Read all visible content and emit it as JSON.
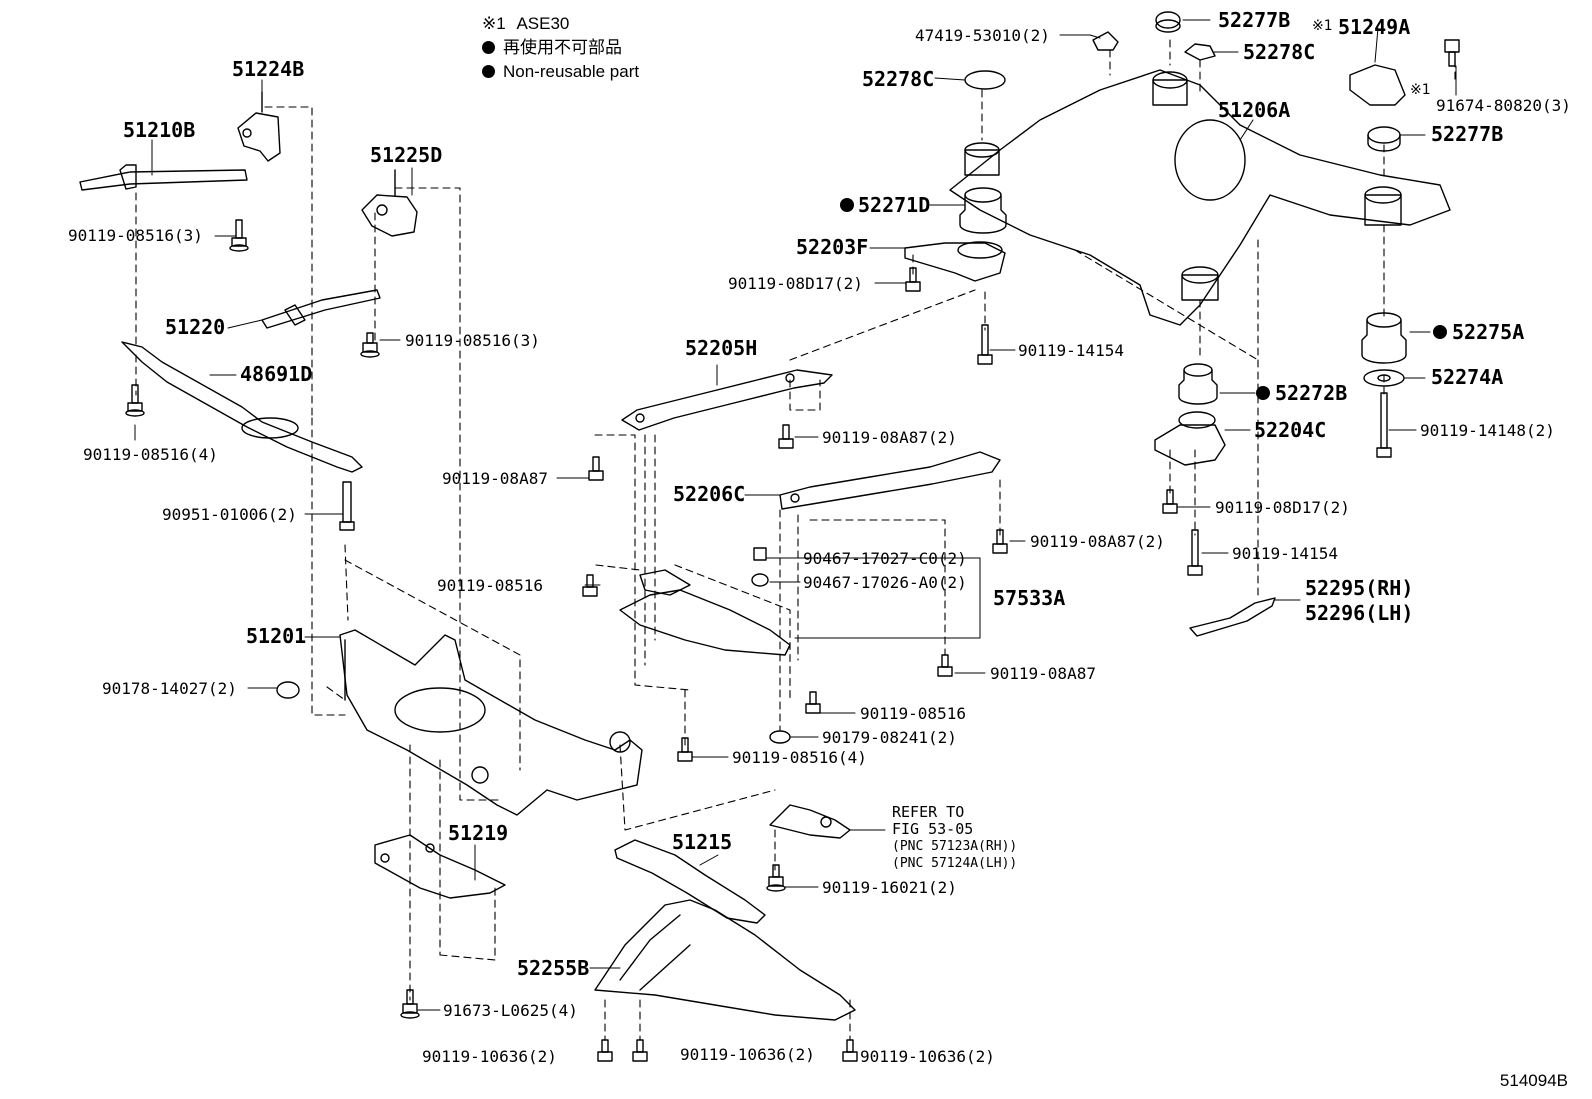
{
  "legend": {
    "note_marker": "※1",
    "note_model": "ASE30",
    "non_reusable_jp": "再使用不可部品",
    "non_reusable_en": "Non-reusable part"
  },
  "diagram_id": "514094B",
  "refer_note": {
    "line1": "REFER TO",
    "line2": "FIG 53-05",
    "line3": "(PNC 57123A(RH))",
    "line4": "(PNC 57124A(LH))"
  },
  "labels": [
    {
      "id": "51224B",
      "text": "51224B",
      "big": true
    },
    {
      "id": "51210B",
      "text": "51210B",
      "big": true
    },
    {
      "id": "90119-08516-3a",
      "text": "90119-08516(3)",
      "big": false
    },
    {
      "id": "51225D",
      "text": "51225D",
      "big": true
    },
    {
      "id": "51220",
      "text": "51220",
      "big": true
    },
    {
      "id": "90119-08516-3b",
      "text": "90119-08516(3)",
      "big": false
    },
    {
      "id": "48691D",
      "text": "48691D",
      "big": true
    },
    {
      "id": "90119-08516-4a",
      "text": "90119-08516(4)",
      "big": false
    },
    {
      "id": "90951-01006",
      "text": "90951-01006(2)",
      "big": false
    },
    {
      "id": "51201",
      "text": "51201",
      "big": true
    },
    {
      "id": "90178-14027",
      "text": "90178-14027(2)",
      "big": false
    },
    {
      "id": "51219",
      "text": "51219",
      "big": true
    },
    {
      "id": "91673-L0625",
      "text": "91673-L0625(4)",
      "big": false
    },
    {
      "id": "90119-10636-a",
      "text": "90119-10636(2)",
      "big": false
    },
    {
      "id": "90119-10636-b",
      "text": "90119-10636(2)",
      "big": false
    },
    {
      "id": "90119-10636-c",
      "text": "90119-10636(2)",
      "big": false
    },
    {
      "id": "52255B",
      "text": "52255B",
      "big": true
    },
    {
      "id": "51215",
      "text": "51215",
      "big": true
    },
    {
      "id": "90119-16021",
      "text": "90119-16021(2)",
      "big": false
    },
    {
      "id": "90119-08516-4b",
      "text": "90119-08516(4)",
      "big": false
    },
    {
      "id": "90179-08241",
      "text": "90179-08241(2)",
      "big": false
    },
    {
      "id": "90119-08516-c",
      "text": "90119-08516",
      "big": false
    },
    {
      "id": "90119-08A87-a",
      "text": "90119-08A87",
      "big": false
    },
    {
      "id": "57533A",
      "text": "57533A",
      "big": true
    },
    {
      "id": "90467-17026",
      "text": "90467-17026-A0(2)",
      "big": false
    },
    {
      "id": "90467-17027",
      "text": "90467-17027-C0(2)",
      "big": false
    },
    {
      "id": "90119-08516-d",
      "text": "90119-08516",
      "big": false
    },
    {
      "id": "90119-08A87-b",
      "text": "90119-08A87",
      "big": false
    },
    {
      "id": "52206C",
      "text": "52206C",
      "big": true
    },
    {
      "id": "90119-08A87-2a",
      "text": "90119-08A87(2)",
      "big": false
    },
    {
      "id": "90119-08A87-2b",
      "text": "90119-08A87(2)",
      "big": false
    },
    {
      "id": "52205H",
      "text": "52205H",
      "big": true
    },
    {
      "id": "90119-08D17-a",
      "text": "90119-08D17(2)",
      "big": false
    },
    {
      "id": "52203F",
      "text": "52203F",
      "big": true
    },
    {
      "id": "52271D",
      "text": "52271D",
      "big": true
    },
    {
      "id": "52278C-a",
      "text": "52278C",
      "big": true
    },
    {
      "id": "47419-53010",
      "text": "47419-53010(2)",
      "big": false
    },
    {
      "id": "52277B-a",
      "text": "52277B",
      "big": true
    },
    {
      "id": "52278C-b",
      "text": "52278C",
      "big": true
    },
    {
      "id": "51249A",
      "text": "51249A",
      "big": true
    },
    {
      "id": "91674-80820",
      "text": "91674-80820(3)",
      "big": false
    },
    {
      "id": "51206A",
      "text": "51206A",
      "big": true
    },
    {
      "id": "52277B-b",
      "text": "52277B",
      "big": true
    },
    {
      "id": "90119-14154-a",
      "text": "90119-14154",
      "big": false
    },
    {
      "id": "52275A",
      "text": "52275A",
      "big": true
    },
    {
      "id": "52274A",
      "text": "52274A",
      "big": true
    },
    {
      "id": "52272B",
      "text": "52272B",
      "big": true
    },
    {
      "id": "52204C",
      "text": "52204C",
      "big": true
    },
    {
      "id": "90119-14148",
      "text": "90119-14148(2)",
      "big": false
    },
    {
      "id": "90119-08D17-b",
      "text": "90119-08D17(2)",
      "big": false
    },
    {
      "id": "90119-14154-b",
      "text": "90119-14154",
      "big": false
    },
    {
      "id": "52295",
      "text": "52295(RH)",
      "big": true
    },
    {
      "id": "52296",
      "text": "52296(LH)",
      "big": true
    }
  ]
}
